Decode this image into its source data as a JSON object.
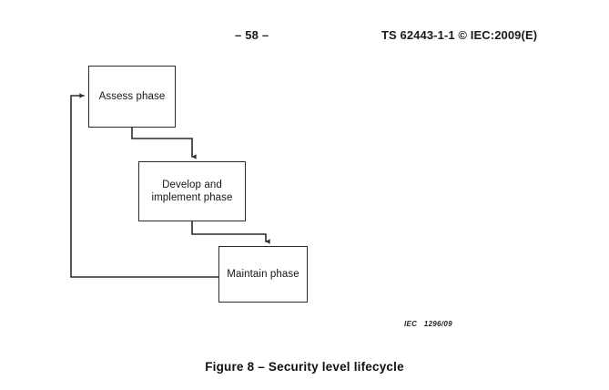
{
  "header": {
    "page_number": "– 58 –",
    "document_ref": "TS 62443-1-1 © IEC:2009(E)"
  },
  "diagram": {
    "nodes": [
      {
        "id": "assess",
        "label": "Assess phase"
      },
      {
        "id": "develop",
        "label": "Develop and\nimplement phase"
      },
      {
        "id": "maintain",
        "label": "Maintain phase"
      }
    ],
    "connectors": [
      {
        "from": "assess",
        "to": "develop",
        "style": "orthogonal-step-down-right",
        "arrow": "down"
      },
      {
        "from": "develop",
        "to": "maintain",
        "style": "orthogonal-step-down-right",
        "arrow": "down"
      },
      {
        "from": "maintain",
        "to": "assess",
        "style": "orthogonal-feedback-left",
        "arrow": "right"
      }
    ],
    "line_color": "#2b2b2b",
    "box_fill": "#ffffff"
  },
  "source_ref": "IEC   1296/09",
  "caption": "Figure 8 – Security level lifecycle"
}
